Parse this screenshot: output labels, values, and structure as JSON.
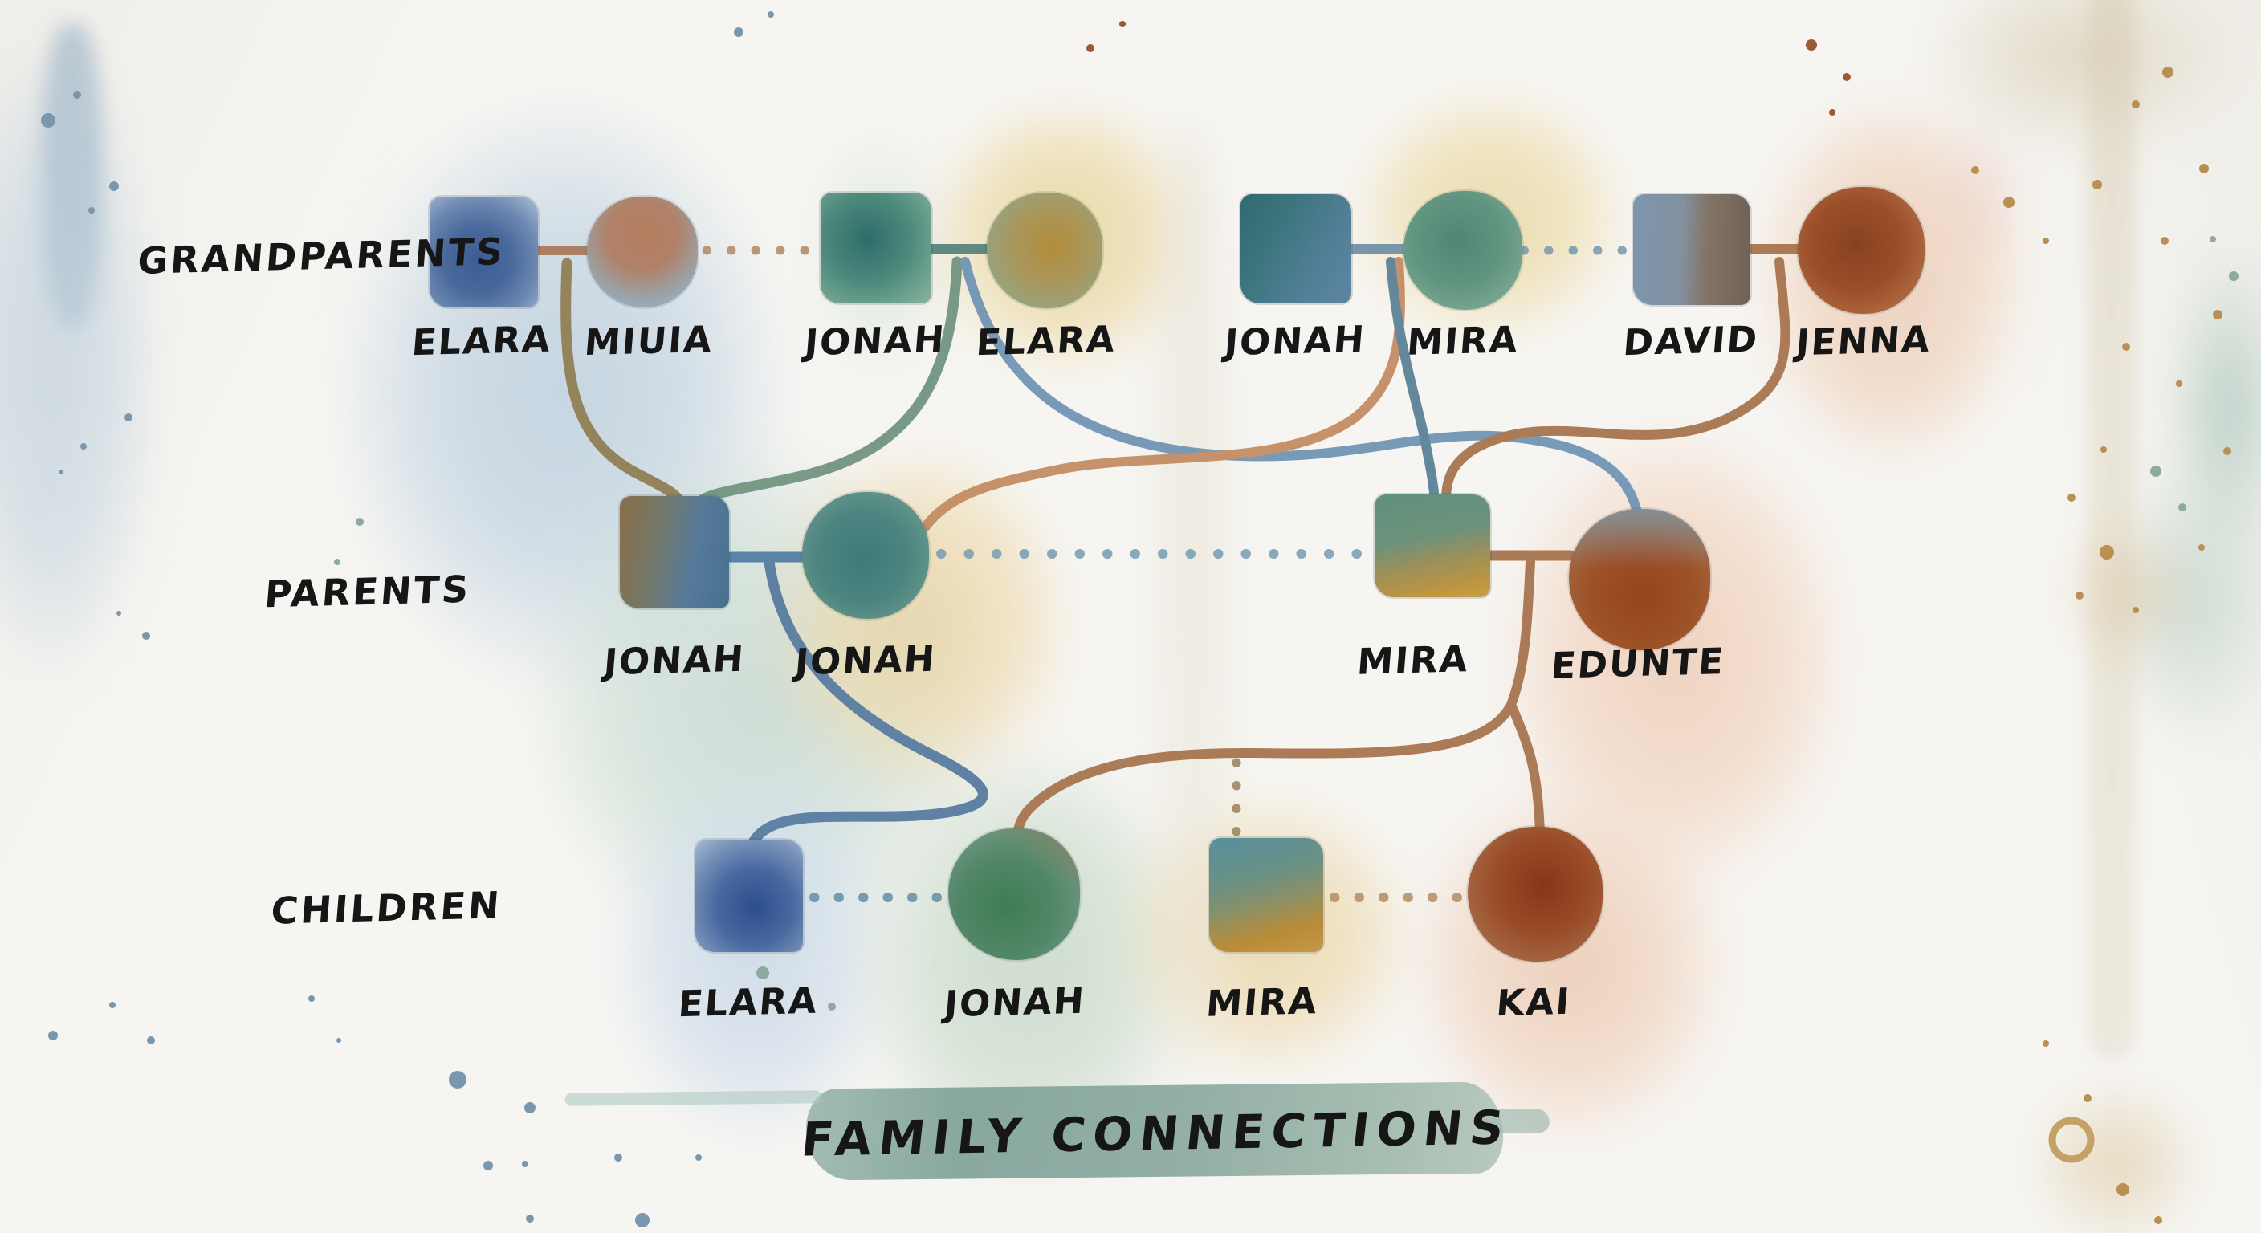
{
  "banner": {
    "title": "FAMILY CONNECTIONS"
  },
  "rows": [
    {
      "id": "grandparents",
      "label": "GRANDPARENTS"
    },
    {
      "id": "parents",
      "label": "PARENTS"
    },
    {
      "id": "children",
      "label": "CHILDREN"
    }
  ],
  "people": [
    {
      "name": "ELARA",
      "shape": "square",
      "row": "grandparents",
      "fill": "#49699c"
    },
    {
      "name": "MIUIA",
      "shape": "circle",
      "row": "grandparents",
      "fill": "#b08168"
    },
    {
      "name": "JONAH",
      "shape": "square",
      "row": "grandparents",
      "fill": "#4c8a7c"
    },
    {
      "name": "ELARA",
      "shape": "circle",
      "row": "grandparents",
      "fill": "#a9975c"
    },
    {
      "name": "JONAH",
      "shape": "square",
      "row": "grandparents",
      "fill": "#3e7680"
    },
    {
      "name": "MIRA",
      "shape": "circle",
      "row": "grandparents",
      "fill": "#619580"
    },
    {
      "name": "DAVID",
      "shape": "square",
      "row": "grandparents",
      "fill": "#7e96ae"
    },
    {
      "name": "JENNA",
      "shape": "circle",
      "row": "grandparents",
      "fill": "#9c5028"
    },
    {
      "name": "JONAH",
      "shape": "square",
      "row": "parents",
      "fill": "#567a9a"
    },
    {
      "name": "JONAH",
      "shape": "circle",
      "row": "parents",
      "fill": "#4c8481"
    },
    {
      "name": "MIRA",
      "shape": "square",
      "row": "parents",
      "fill": "#c0963e"
    },
    {
      "name": "EDUNTE",
      "shape": "circle",
      "row": "parents",
      "fill": "#9e5227"
    },
    {
      "name": "ELARA",
      "shape": "square",
      "row": "children",
      "fill": "#47689f"
    },
    {
      "name": "JONAH",
      "shape": "circle",
      "row": "children",
      "fill": "#528768"
    },
    {
      "name": "MIRA",
      "shape": "square",
      "row": "children",
      "fill": "#bb8c36"
    },
    {
      "name": "KAI",
      "shape": "circle",
      "row": "children",
      "fill": "#9a4d28"
    }
  ],
  "edges": [
    {
      "type": "solid-bar",
      "between": [
        "ELARA (grandparent)",
        "MIUIA"
      ],
      "color": "#a8795a"
    },
    {
      "type": "dotted",
      "between": [
        "MIUIA",
        "JONAH (grandparent)"
      ],
      "color": "#b9906a"
    },
    {
      "type": "solid-bar",
      "between": [
        "JONAH (grandparent)",
        "ELARA (grandparent)"
      ],
      "color": "#54827a"
    },
    {
      "type": "solid-bar",
      "between": [
        "JONAH (grandparent)",
        "MIRA (grandparent)"
      ],
      "color": "#6f8fa5"
    },
    {
      "type": "dotted",
      "between": [
        "MIRA (grandparent)",
        "DAVID"
      ],
      "color": "#7f9fb5"
    },
    {
      "type": "solid-bar",
      "between": [
        "DAVID",
        "JENNA"
      ],
      "color": "#a5714a"
    },
    {
      "type": "descent",
      "from": "ELARA + MIUIA",
      "to": "JONAH (parent, square)",
      "color": "#8f7d50"
    },
    {
      "type": "descent",
      "from": "JONAH + ELARA",
      "to": "JONAH (parent, square)",
      "color": "#6e927e"
    },
    {
      "type": "descent",
      "from": "JONAH + ELARA",
      "to": "EDUNTE",
      "color": "#6e93b4"
    },
    {
      "type": "descent",
      "from": "JONAH + MIRA",
      "to": "JONAH (parent, circle)",
      "color": "#c18a60"
    },
    {
      "type": "descent",
      "from": "JONAH + MIRA",
      "to": "MIRA (parent)",
      "color": "#577f95"
    },
    {
      "type": "descent",
      "from": "DAVID + JENNA",
      "to": "MIRA (parent)",
      "color": "#a5714a"
    },
    {
      "type": "solid-bar",
      "between": [
        "JONAH (parent)",
        "JONAH (parent)"
      ],
      "color": "#4f7ba3"
    },
    {
      "type": "dotted",
      "between": [
        "JONAH (parent)",
        "MIRA (parent)"
      ],
      "color": "#7fa3b8"
    },
    {
      "type": "solid-bar",
      "between": [
        "MIRA (parent)",
        "EDUNTE"
      ],
      "color": "#a5714a"
    },
    {
      "type": "descent",
      "from": "JONAH + JONAH",
      "to": "ELARA (child)",
      "color": "#54799f"
    },
    {
      "type": "descent",
      "from": "MIRA + EDUNTE",
      "to": "JONAH (child)",
      "color": "#a5714a"
    },
    {
      "type": "descent",
      "from": "MIRA + EDUNTE",
      "to": "KAI",
      "color": "#a5714a"
    },
    {
      "type": "dotted-descent",
      "from": "MIRA + EDUNTE",
      "to": "MIRA (child)",
      "color": "#a08a62"
    },
    {
      "type": "dotted",
      "between": [
        "ELARA (child)",
        "JONAH (child)"
      ],
      "color": "#6f94b0"
    },
    {
      "type": "dotted",
      "between": [
        "MIRA (child)",
        "KAI"
      ],
      "color": "#b9946a"
    }
  ],
  "colors": {
    "paper": "#f6f5f2",
    "ink": "#161616",
    "banner": "#8ba99f",
    "line_olive": "#8f7d50",
    "line_teal_green": "#6e927e",
    "line_blue": "#6e93b4",
    "line_tan": "#c18a60",
    "line_brown": "#a5714a",
    "dot_blue": "#7fa3b8",
    "dot_tan": "#b9946a"
  }
}
